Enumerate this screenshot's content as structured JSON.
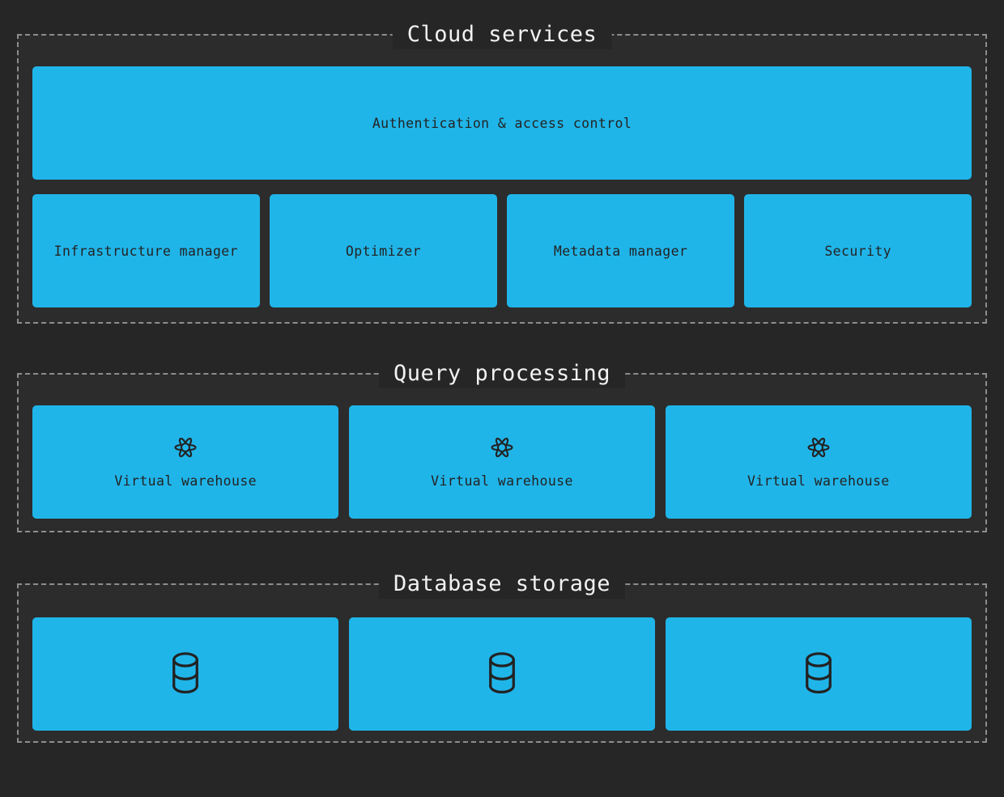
{
  "diagram": {
    "sections": [
      {
        "title": "Cloud services",
        "banner": "Authentication & access control",
        "boxes": [
          "Infrastructure manager",
          "Optimizer",
          "Metadata manager",
          "Security"
        ]
      },
      {
        "title": "Query processing",
        "icon": "gear-icon",
        "boxes": [
          "Virtual warehouse",
          "Virtual warehouse",
          "Virtual warehouse"
        ]
      },
      {
        "title": "Database storage",
        "icon": "database-icon",
        "boxes": [
          "",
          "",
          ""
        ]
      }
    ],
    "colors": {
      "background": "#262626",
      "section_background": "#2c2c2c",
      "dashed_border": "#8d8d8d",
      "title_text": "#f2f2f2",
      "node_fill": "#20b5e9",
      "node_text": "#232323",
      "icon_stroke": "#222222"
    }
  }
}
